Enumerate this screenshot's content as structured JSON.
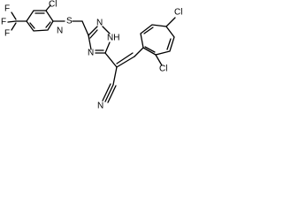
{
  "molecule": {
    "atoms": {
      "f_top": "F",
      "f_left": "F",
      "f_bottom": "F",
      "cl_pyridine": "Cl",
      "n_pyridine": "N",
      "s_thioether": "S",
      "n_triazole_top": "N",
      "nh_triazole": "NH",
      "n_triazole_bottom": "N",
      "n_nitrile": "N",
      "cl_phenyl_top": "Cl",
      "cl_phenyl_right": "Cl"
    }
  }
}
